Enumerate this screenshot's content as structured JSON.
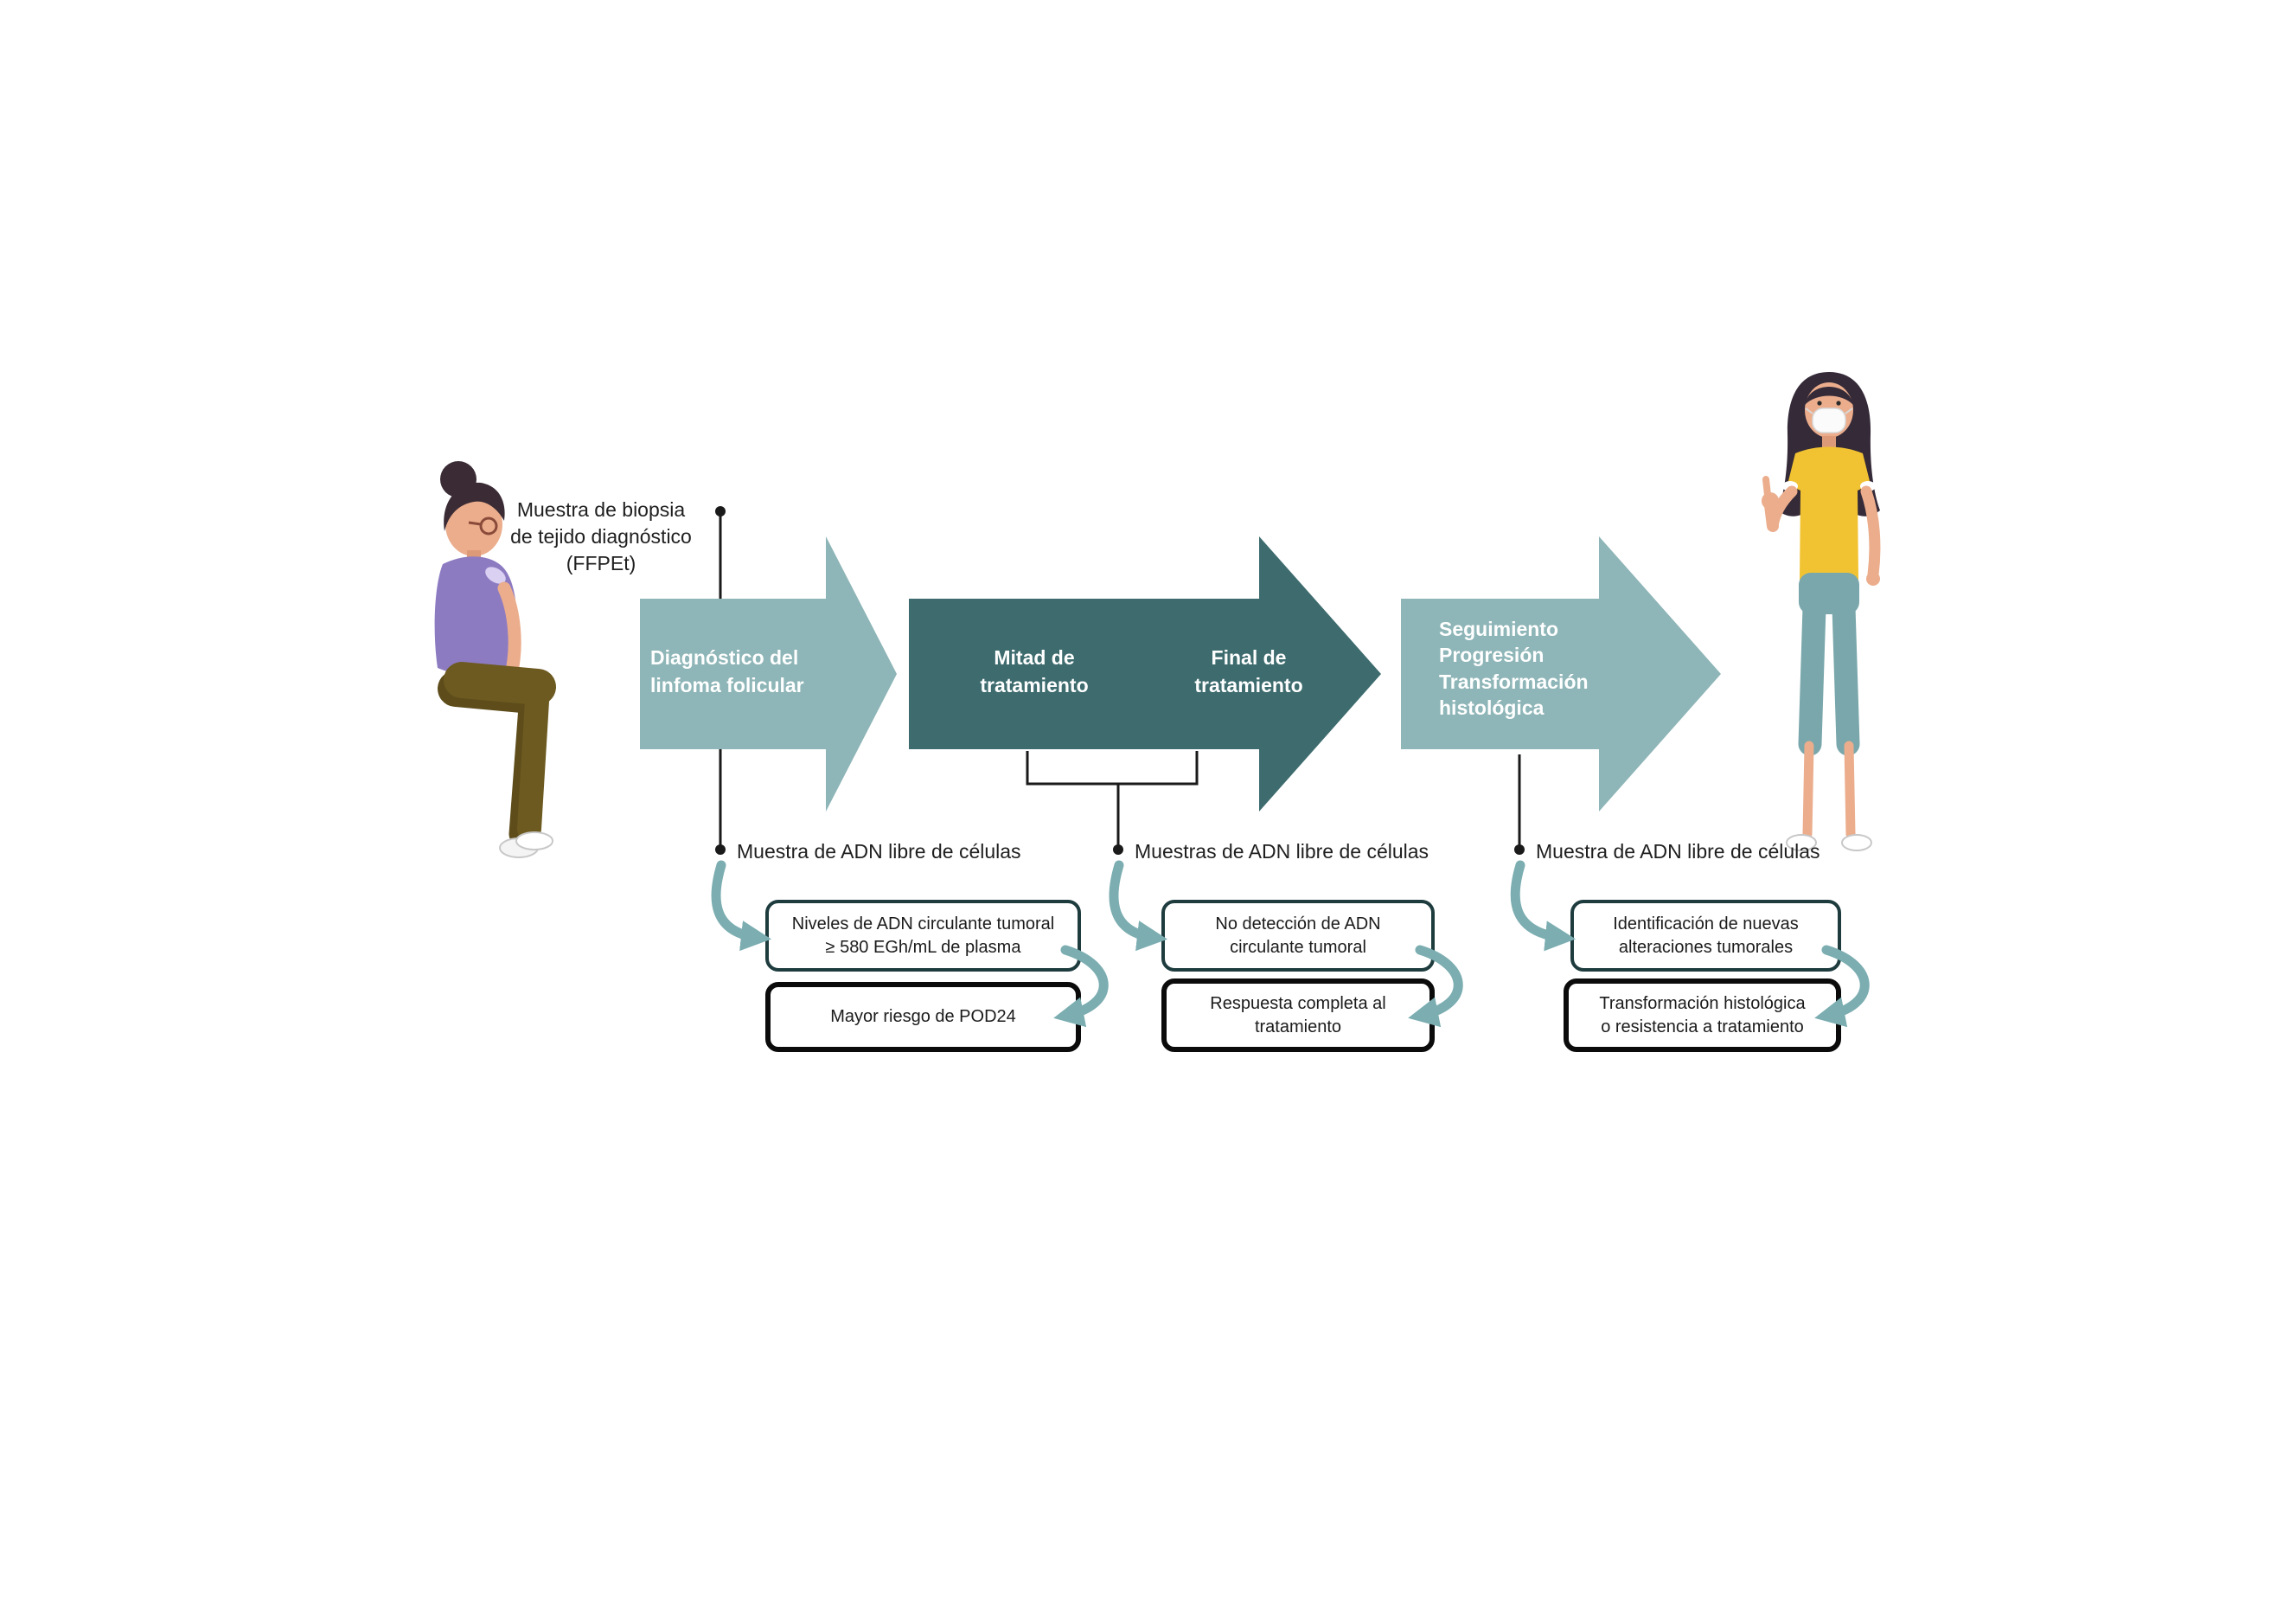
{
  "page": {
    "background": "#ffffff"
  },
  "colors": {
    "arrow_light": "#8eb5b7",
    "arrow_dark": "#3d6b6e",
    "swoosh": "#7badb1",
    "finding_border": "#1e3c3e",
    "outcome_border": "#0b0b0b",
    "label_text": "#1f1f1f"
  },
  "illustrations": {
    "left": "seated-woman-patient",
    "right": "standing-woman-thumbs-up-with-mask"
  },
  "biopsy": {
    "label": "Muestra de biopsia\nde tejido diagnóstico\n(FFPEt)"
  },
  "timeline": {
    "stage1": {
      "label": "Diagnóstico del\nlinfoma folicular"
    },
    "stage2": {
      "label_mid": "Mitad de\ntratamiento",
      "label_end": "Final de\ntratamiento"
    },
    "stage3": {
      "label": "Seguimiento\nProgresión\nTransformación\nhistológica"
    }
  },
  "sections": [
    {
      "sample_label": "Muestra de ADN libre de células",
      "finding": "Niveles de ADN circulante tumoral\n≥ 580 EGh/mL de plasma",
      "outcome": "Mayor riesgo de POD24"
    },
    {
      "sample_label": "Muestras de ADN libre de células",
      "finding": "No detección de ADN\ncirculante tumoral",
      "outcome": "Respuesta completa al\ntratamiento"
    },
    {
      "sample_label": "Muestra de ADN libre de células",
      "finding": "Identificación de nuevas\nalteraciones tumorales",
      "outcome": "Transformación histológica\no resistencia a tratamiento"
    }
  ]
}
